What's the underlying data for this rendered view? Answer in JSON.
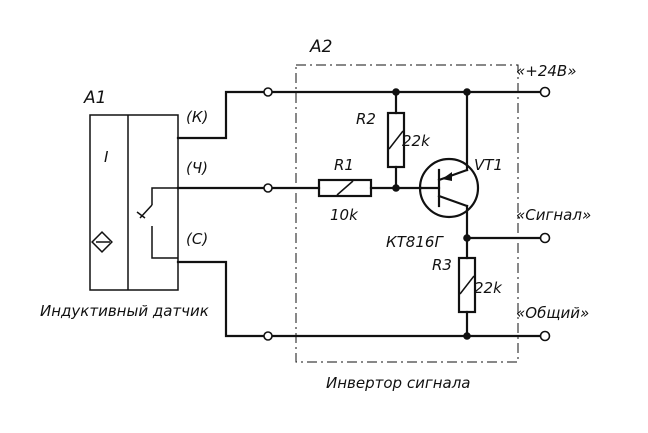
{
  "labels": {
    "a1": "A1",
    "a2": "A2",
    "sensor_inner": "I",
    "pin_k": "(К)",
    "pin_ch": "(Ч)",
    "pin_c": "(С)",
    "sensor_caption": "Индуктивный датчик",
    "block_caption": "Инвертор сигнала",
    "r1": "R1",
    "r1_value": "10k",
    "r2": "R2",
    "r2_value": "22k",
    "r3": "R3",
    "r3_value": "22k",
    "vt1": "VT1",
    "vt1_type": "КТ816Г",
    "out_plus": "«+24В»",
    "out_signal": "«Сигнал»",
    "out_common": "«Общий»"
  }
}
